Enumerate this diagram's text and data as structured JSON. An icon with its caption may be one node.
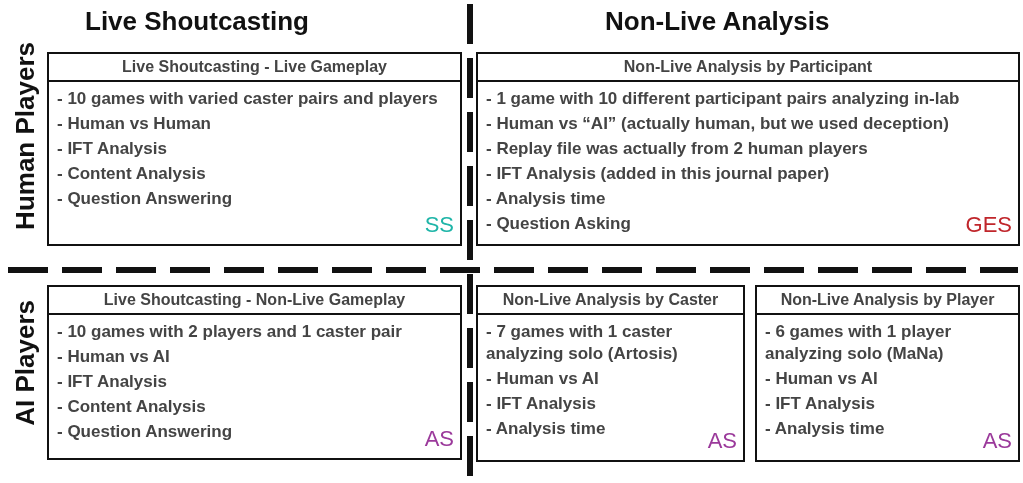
{
  "diagram": {
    "nodes": [
      {
        "text": [
          "Live Shoutcasting - Live Gameplay",
          "- 10 games with varied caster pairs and players",
          "- Human vs Human",
          "- IFT Analysis",
          "- Content Analysis",
          "- Question Answering",
          "SS"
        ]
      },
      {
        "text": [
          "Non-Live Analysis by Participant",
          "- 1 game with 10 different participant pairs analyzing in-lab",
          "- Human vs “AI” (actually human, but we used deception)",
          "- Replay file was actually from 2 human players",
          "- IFT Analysis (added in this journal paper)",
          "- Analysis time",
          "- Question Asking",
          "GES"
        ]
      },
      {
        "text": [
          "Live Shoutcasting - Non-Live Gameplay",
          "- 10 games with 2 players and 1 caster pair",
          "- Human vs AI",
          "- IFT Analysis",
          "- Content Analysis",
          "- Question Answering",
          "AS"
        ]
      },
      {
        "text": [
          "Non-Live Analysis by Caster",
          "- 7 games with 1 caster analyzing solo (Artosis)",
          "- Human vs AI",
          "- IFT Analysis",
          "- Analysis time",
          "AS"
        ]
      },
      {
        "text": [
          "Non-Live Analysis by Player",
          "- 6 games with 1 player analyzing solo (MaNa)",
          "- Human vs AI",
          "- IFT Analysis",
          "- Analysis time",
          "AS"
        ]
      }
    ],
    "edges": [],
    "labels": [
      "Live Shoutcasting",
      "Non-Live Analysis",
      "Human Players",
      "AI Players"
    ]
  }
}
